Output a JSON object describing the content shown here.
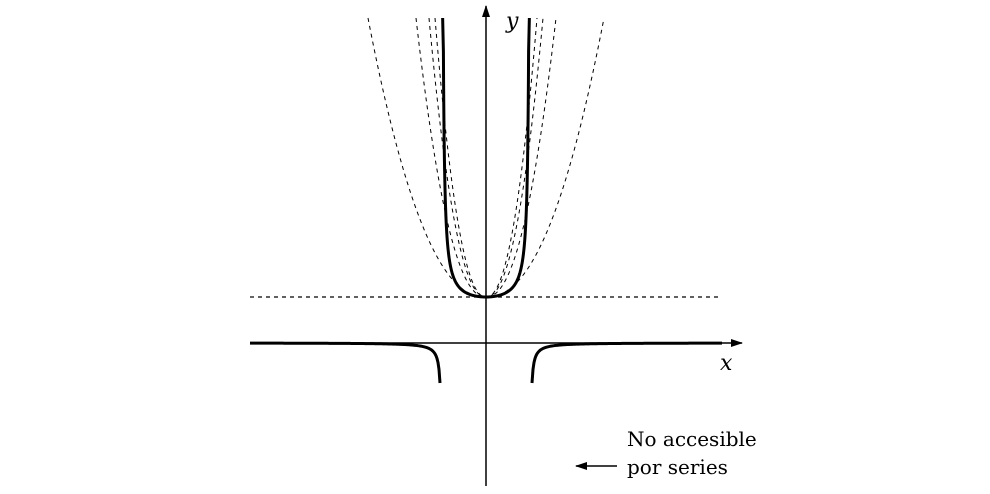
{
  "diagram": {
    "axes": {
      "x_label": "x",
      "y_label": "y"
    },
    "annotation": {
      "line1": "No accesible",
      "line2": "por series"
    },
    "curves": {
      "solid_color": "#000000",
      "dashed_color": "#000000"
    }
  }
}
